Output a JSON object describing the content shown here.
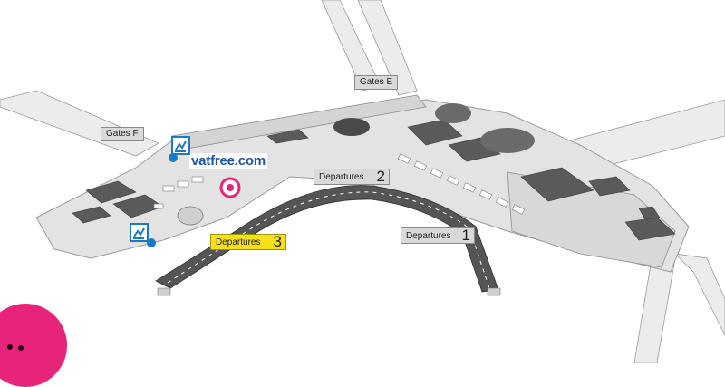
{
  "map": {
    "gates_labels": [
      {
        "id": "gates-e",
        "text": "Gates E"
      },
      {
        "id": "gates-f",
        "text": "Gates F"
      }
    ],
    "departures": [
      {
        "id": "departures-1",
        "label": "Departures",
        "number": "1",
        "style": "grey"
      },
      {
        "id": "departures-2",
        "label": "Departures",
        "number": "2",
        "style": "grey"
      },
      {
        "id": "departures-3",
        "label": "Departures",
        "number": "3",
        "style": "highlight"
      }
    ],
    "brand": {
      "text": "vatfree.com",
      "color": "#1c55a8",
      "location_marker_color": "#e8237a"
    },
    "icons": [
      "tax-refund-desk-icon",
      "tax-refund-desk-icon",
      "location-target-icon",
      "chat-bubble-icon"
    ],
    "colors": {
      "highlight": "#f5e11a",
      "label_bg": "#d9d9d9",
      "terminal": "#b8b8b8",
      "apron": "#555555",
      "accent": "#e8237a",
      "brand_blue": "#1c55a8"
    }
  }
}
